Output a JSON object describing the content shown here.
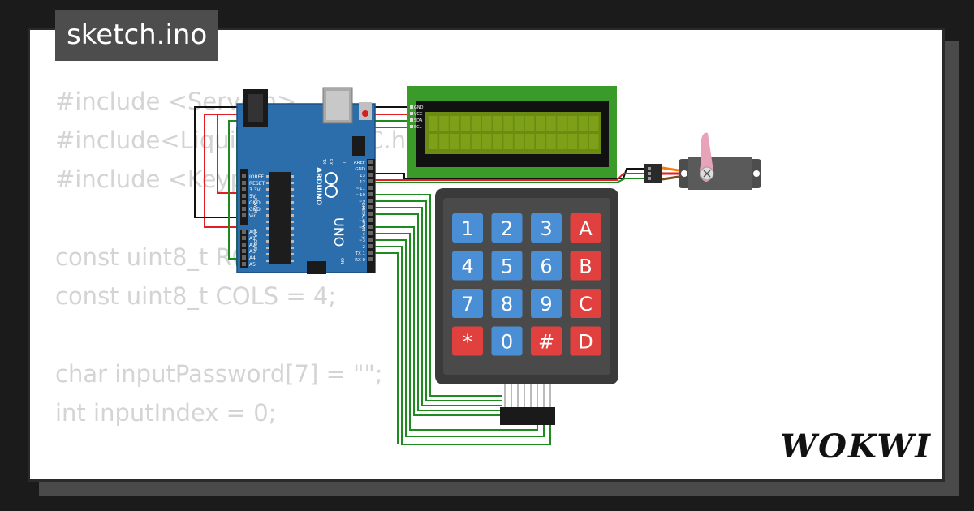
{
  "project": {
    "filename": "sketch.ino",
    "brand": "WOKWI"
  },
  "code_lines": [
    "#include <Servo.h>",
    "#include<LiquidCrystal_I2C.h>",
    "#include <Keypad.h>",
    "",
    "const uint8_t ROWS = 4;",
    "const uint8_t COLS = 4;",
    "",
    "char inputPassword[7] = \"\";",
    "int inputIndex = 0;"
  ],
  "arduino": {
    "logo_text": "ARDUINO",
    "model": "UNO",
    "power_label": "POWER",
    "analog_label": "ANALOG IN",
    "digital_label": "DIGITAL (PWM ~)",
    "on_label": "ON",
    "power_pins": [
      "IOREF",
      "RESET",
      "3.3V",
      "5V",
      "GND",
      "GND",
      "Vin"
    ],
    "analog_pins": [
      "A0",
      "A1",
      "A2",
      "A3",
      "A4",
      "A5"
    ],
    "digital_pins": [
      "AREF",
      "GND",
      "13",
      "12",
      "~11",
      "~10",
      "~9",
      "8",
      "7",
      "~6",
      "~5",
      "4",
      "~3",
      "2",
      "TX 1",
      "RX 0"
    ],
    "tx_label": "TX",
    "rx_label": "RX",
    "l_label": "L"
  },
  "lcd": {
    "pins": [
      "GND",
      "VCC",
      "SDA",
      "SCL"
    ]
  },
  "keypad": {
    "keys": [
      {
        "label": "1",
        "type": "digit"
      },
      {
        "label": "2",
        "type": "digit"
      },
      {
        "label": "3",
        "type": "digit"
      },
      {
        "label": "A",
        "type": "letter"
      },
      {
        "label": "4",
        "type": "digit"
      },
      {
        "label": "5",
        "type": "digit"
      },
      {
        "label": "6",
        "type": "digit"
      },
      {
        "label": "B",
        "type": "letter"
      },
      {
        "label": "7",
        "type": "digit"
      },
      {
        "label": "8",
        "type": "digit"
      },
      {
        "label": "9",
        "type": "digit"
      },
      {
        "label": "C",
        "type": "letter"
      },
      {
        "label": "*",
        "type": "letter"
      },
      {
        "label": "0",
        "type": "digit"
      },
      {
        "label": "#",
        "type": "letter"
      },
      {
        "label": "D",
        "type": "letter"
      }
    ]
  },
  "colors": {
    "board": "#2b6eab",
    "lcd_pcb": "#3a9a2a",
    "lcd_screen": "#6b8c12",
    "keypad_body": "#3a3a3a",
    "key_blue": "#4a8fd6",
    "key_red": "#e0413f",
    "wire_green": "#1f8a1f",
    "wire_red": "#e02020",
    "wire_black": "#111111"
  }
}
